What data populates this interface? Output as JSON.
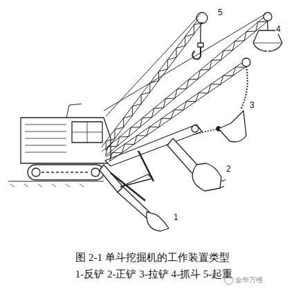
{
  "diagram": {
    "caption": "图 2-1 单斗挖掘机的工作装置类型",
    "labels": [
      "1",
      "2",
      "3",
      "4",
      "5",
      "1-反铲 2-正铲 3-拉铲 4-抓斗 5-起重",
      "金华万维"
    ]
  }
}
